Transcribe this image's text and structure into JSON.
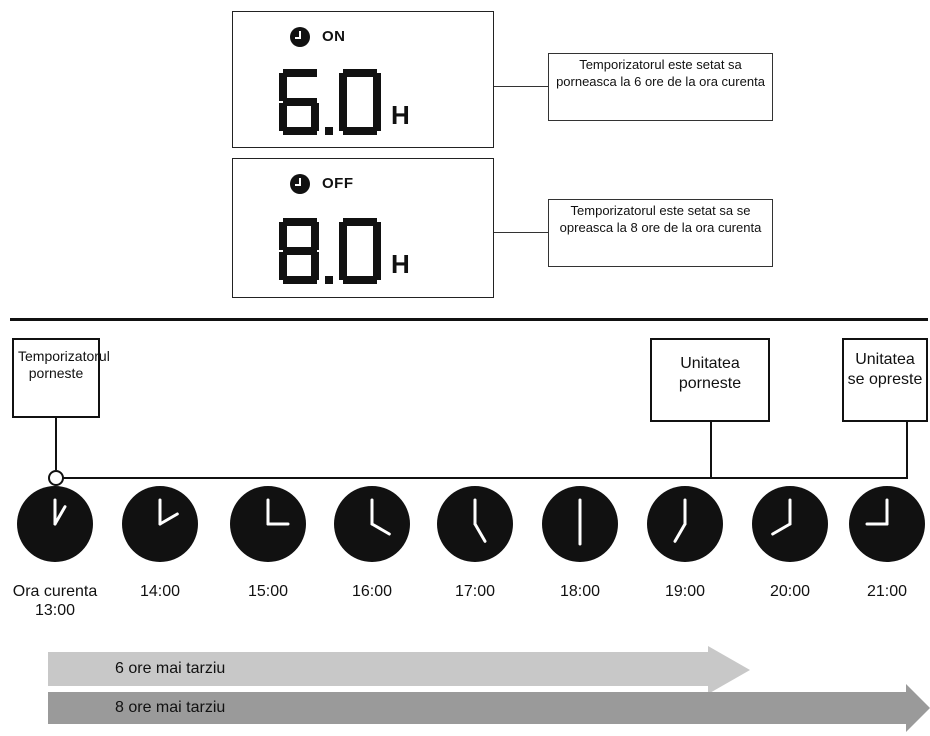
{
  "displays": [
    {
      "mode": "ON",
      "value": "6.0",
      "unit": "H",
      "callout": "Temporizatorul este setat sa porneasca la 6 ore de la ora curenta"
    },
    {
      "mode": "OFF",
      "value": "8.0",
      "unit": "H",
      "callout": "Temporizatorul este setat sa se opreasca la 8 ore de la ora curenta"
    }
  ],
  "events": {
    "timer_start": "Temporizatorul porneste",
    "unit_on": "Unitatea porneste",
    "unit_off": "Unitatea se opreste"
  },
  "clocks": [
    {
      "label_line1": "Ora curenta",
      "label_line2": "13:00",
      "hour": 13
    },
    {
      "label_line1": "14:00",
      "label_line2": "",
      "hour": 14
    },
    {
      "label_line1": "15:00",
      "label_line2": "",
      "hour": 15
    },
    {
      "label_line1": "16:00",
      "label_line2": "",
      "hour": 16
    },
    {
      "label_line1": "17:00",
      "label_line2": "",
      "hour": 17
    },
    {
      "label_line1": "18:00",
      "label_line2": "",
      "hour": 18
    },
    {
      "label_line1": "19:00",
      "label_line2": "",
      "hour": 19
    },
    {
      "label_line1": "20:00",
      "label_line2": "",
      "hour": 20
    },
    {
      "label_line1": "21:00",
      "label_line2": "",
      "hour": 21
    }
  ],
  "arrows": [
    {
      "label": "6 ore mai tarziu",
      "color": "#c8c8c8"
    },
    {
      "label": "8 ore mai tarziu",
      "color": "#9a9a9a"
    }
  ]
}
